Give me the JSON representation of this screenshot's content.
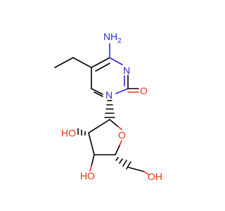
{
  "molecule": {
    "labels": {
      "amine_n": "N",
      "amine_h2": "H",
      "amine_sub": "2",
      "ring_n3": "N",
      "ring_n1": "N",
      "carbonyl_o": "O",
      "furanose_o": "O",
      "oh_2prime": "HO",
      "oh_3prime": "HO",
      "oh_5prime": "OH"
    },
    "colors": {
      "carbon_bond": "#000000",
      "nitrogen": "#2b2bd6",
      "oxygen": "#e8321a",
      "background": "#ffffff"
    }
  }
}
